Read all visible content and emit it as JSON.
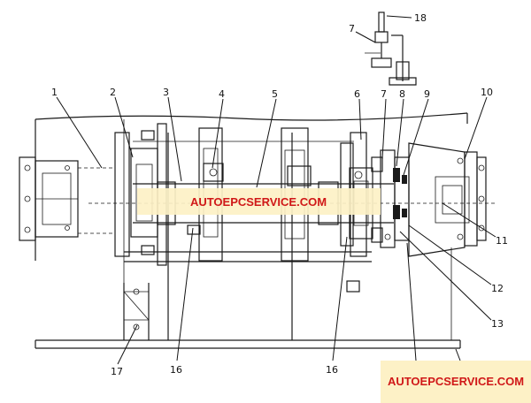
{
  "callouts": {
    "c1": "1",
    "c2": "2",
    "c3": "3",
    "c4": "4",
    "c5": "5",
    "c6": "6",
    "c7a": "7",
    "c7b": "7",
    "c8": "8",
    "c9": "9",
    "c10": "10",
    "c11": "11",
    "c12": "12",
    "c13": "13",
    "c16a": "16",
    "c16b": "16",
    "c17": "17",
    "c18": "18"
  },
  "watermark": {
    "center": "AUTOEPCSERVICE.COM",
    "bottom_right": "AUTOEPCSERVICE.COM"
  },
  "colors": {
    "watermark_fill": "#fdf1c6",
    "watermark_text": "#d01818",
    "line": "#1a1a1a"
  }
}
